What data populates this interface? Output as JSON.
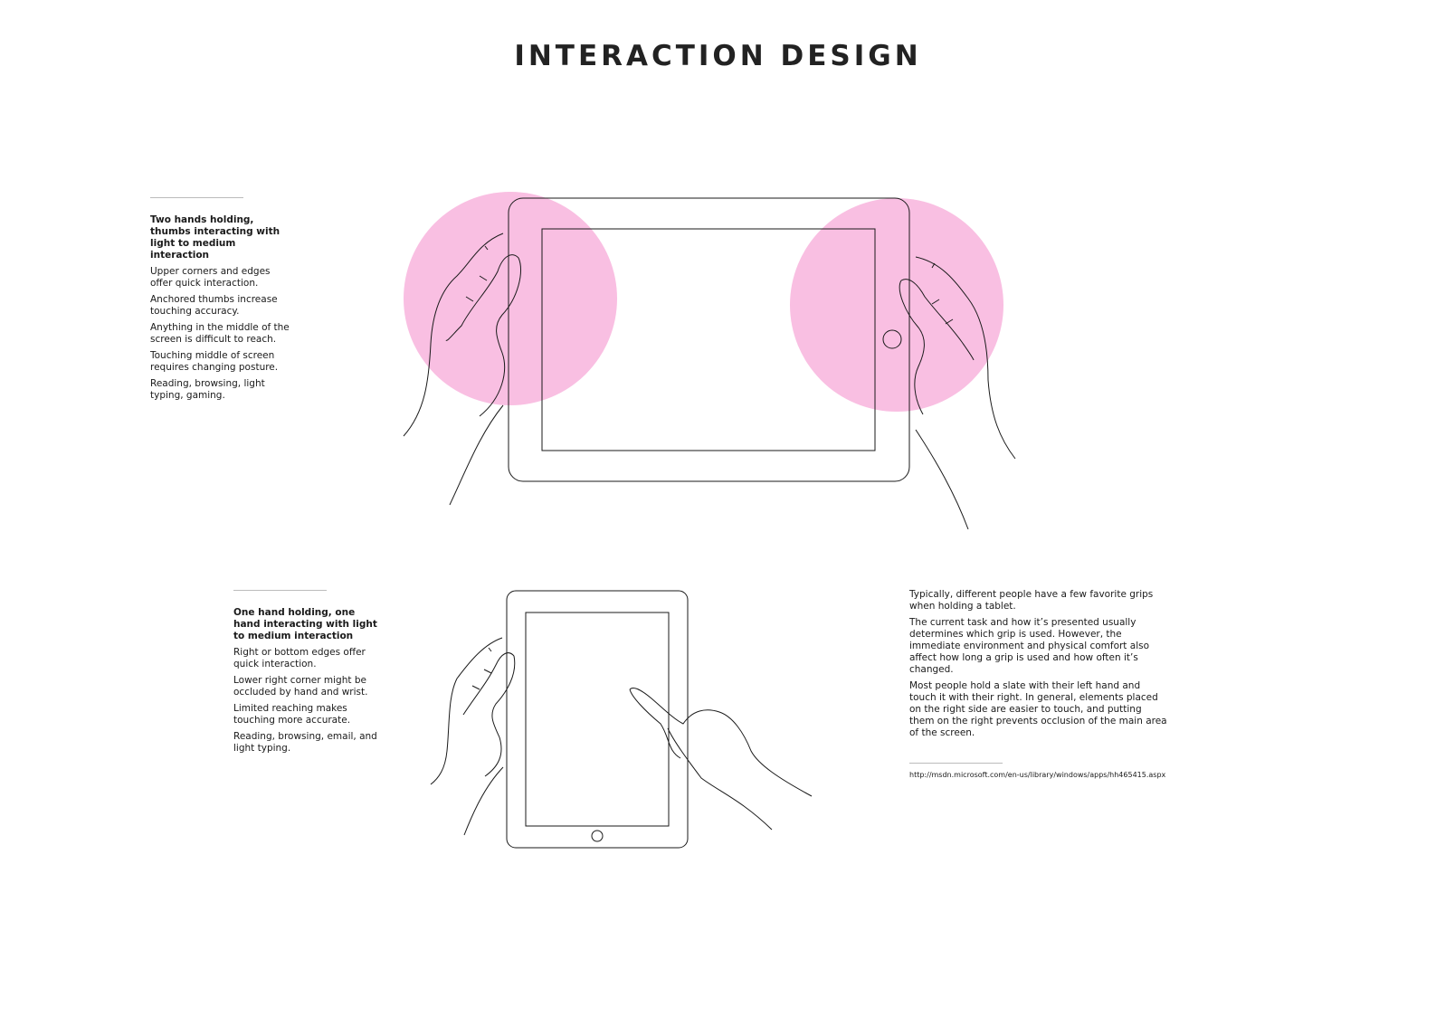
{
  "title": "INTERACTION DESIGN",
  "colors": {
    "highlight": "#f9bfe2",
    "line": "#1a1a1a"
  },
  "grip_two_hands": {
    "heading": "Two hands holding, thumbs interacting with light to medium interaction",
    "points": [
      "Upper corners and edges offer quick interaction.",
      "Anchored thumbs increase touching accuracy.",
      "Anything in the middle of the screen is difficult to reach.",
      "Touching middle of screen requires changing posture.",
      "Reading, browsing, light typing, gaming."
    ]
  },
  "grip_one_hand": {
    "heading": "One hand holding, one hand interacting with light to medium interaction",
    "points": [
      "Right or bottom edges offer quick interaction.",
      "Lower right corner might be occluded by hand and wrist.",
      "Limited reaching makes touching more accurate.",
      "Reading, browsing, email, and light typing."
    ]
  },
  "notes": {
    "paragraphs": [
      "Typically, different people have a few favorite grips when holding a tablet.",
      "The current task and how it’s presented usually determines which grip is used. However, the immediate environment and physical comfort also affect how long a grip is used and how often it’s changed.",
      "Most people hold a slate with their left hand and touch it with their right. In general, elements placed on the right side are easier to touch, and putting them on the right prevents occlusion of the main area of the screen."
    ],
    "source_url": "http://msdn.microsoft.com/en-us/library/windows/apps/hh465415.aspx"
  }
}
